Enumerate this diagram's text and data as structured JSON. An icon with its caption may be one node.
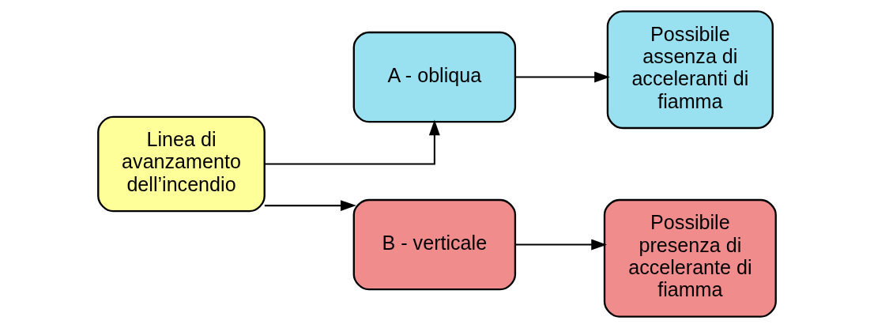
{
  "diagram": {
    "nodes": [
      {
        "text": [
          "Linea di avanzamento dell’incendio"
        ]
      },
      {
        "text": [
          "A - obliqua"
        ]
      },
      {
        "text": [
          "Possibile assenza di acceleranti di fiamma"
        ]
      },
      {
        "text": [
          "B - verticale"
        ]
      },
      {
        "text": [
          "Possibile presenza di accelerante di fiamma"
        ]
      }
    ],
    "edges": [
      {
        "from": 0,
        "to": 1,
        "arrow": "to"
      },
      {
        "from": 0,
        "to": 3,
        "arrow": "to"
      },
      {
        "from": 1,
        "to": 2,
        "arrow": "to"
      },
      {
        "from": 3,
        "to": 4,
        "arrow": "to"
      }
    ]
  }
}
